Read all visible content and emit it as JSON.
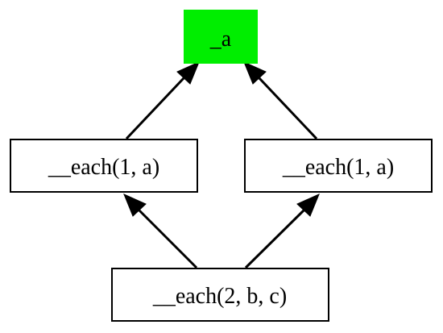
{
  "graph": {
    "nodes": [
      {
        "id": "a",
        "label": "_a",
        "fill": "#00ee00"
      },
      {
        "id": "left",
        "label": "__each(1, a)",
        "fill": "#ffffff"
      },
      {
        "id": "right",
        "label": "__each(1, a)",
        "fill": "#ffffff"
      },
      {
        "id": "bottom",
        "label": "__each(2, b, c)",
        "fill": "#ffffff"
      }
    ],
    "edges": [
      {
        "from": "left",
        "to": "a"
      },
      {
        "from": "right",
        "to": "a"
      },
      {
        "from": "bottom",
        "to": "left"
      },
      {
        "from": "bottom",
        "to": "right"
      }
    ]
  }
}
